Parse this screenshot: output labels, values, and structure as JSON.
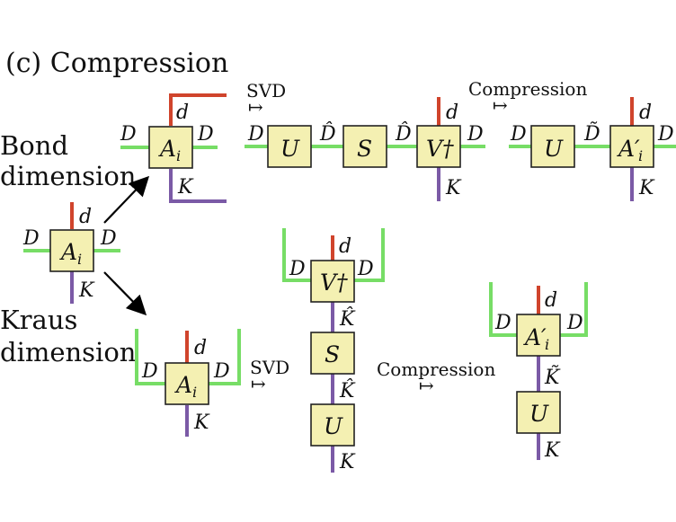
{
  "title": "(c) Compression",
  "row_labels": {
    "bond": [
      "Bond",
      "dimension"
    ],
    "kraus": [
      "Kraus",
      "dimension"
    ]
  },
  "ops": {
    "svd": "SVD",
    "compression": "Compression",
    "mapsto": "↦"
  },
  "tensors": {
    "A": "A",
    "A_sub": "i",
    "A_prime": "A′",
    "U": "U",
    "S": "S",
    "V_dag": "V†"
  },
  "indices": {
    "D": "D",
    "d": "d",
    "K": "K",
    "D_hat": "D̂",
    "D_tilde": "D̃",
    "K_hat": "K̂",
    "K_tilde": "K̃"
  },
  "colors": {
    "physical_leg": "#d0442c",
    "bond_leg": "#77dd66",
    "kraus_leg": "#7b5aa6",
    "tensor_fill": "#f4f0b2"
  }
}
